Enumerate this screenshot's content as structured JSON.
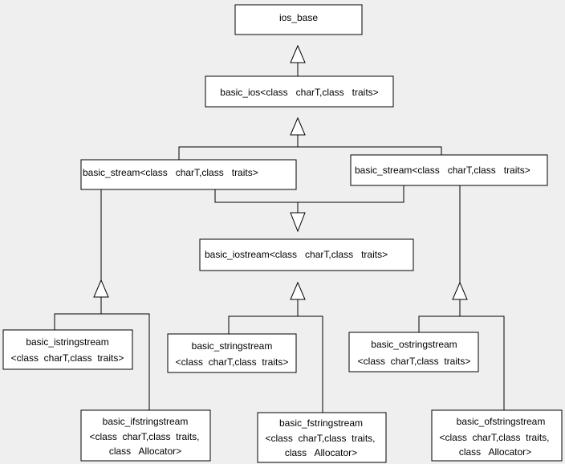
{
  "diagram": {
    "nodes": {
      "ios_base": {
        "lines": [
          "ios_base"
        ]
      },
      "basic_ios": {
        "lines": [
          "basic_ios<class   charT,class   traits>"
        ]
      },
      "basic_stream_left": {
        "lines": [
          "basic_stream<class   charT,class   traits>"
        ]
      },
      "basic_stream_right": {
        "lines": [
          "basic_stream<class   charT,class   traits>"
        ]
      },
      "basic_iostream": {
        "lines": [
          "basic_iostream<class   charT,class   traits>"
        ]
      },
      "basic_istringstream": {
        "lines": [
          "basic_istringstream",
          "<class  charT,class  traits>"
        ]
      },
      "basic_stringstream": {
        "lines": [
          "basic_stringstream",
          "<class  charT,class  traits>"
        ]
      },
      "basic_ostringstream": {
        "lines": [
          "basic_ostringstream",
          "<class  charT,class  traits>"
        ]
      },
      "basic_ifstringstream": {
        "lines": [
          "basic_ifstringstream",
          "<class  charT,class  traits,",
          "class   Allocator>"
        ]
      },
      "basic_fstringstream": {
        "lines": [
          "basic_fstringstream",
          "<class  charT,class  traits,",
          "class   Allocator>"
        ]
      },
      "basic_ofstringstream": {
        "lines": [
          "basic_ofstringstream",
          "<class  charT,class  traits,",
          "class   Allocator>"
        ]
      }
    }
  }
}
